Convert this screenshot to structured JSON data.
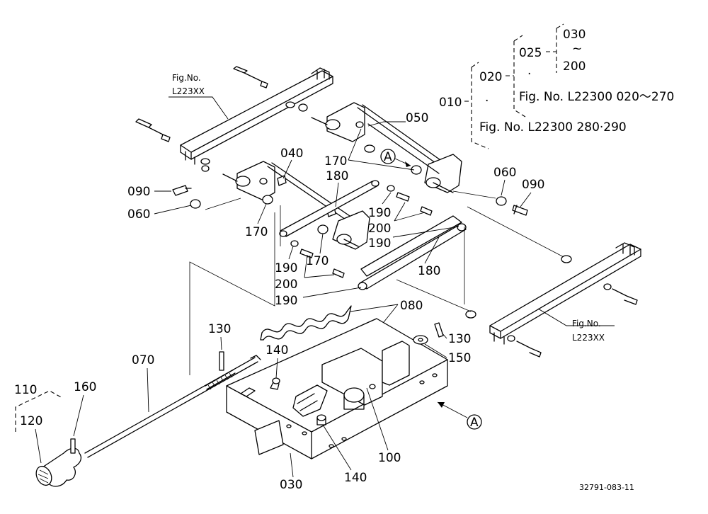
{
  "callouts": {
    "p010": "010",
    "p020": "020",
    "p025": "025",
    "p030a": "030",
    "p030b": "030",
    "tilde": "~",
    "p200a": "200",
    "dot1": "·",
    "dot2": "·",
    "p040": "040",
    "p050": "050",
    "p060a": "060",
    "p060b": "060",
    "p070": "070",
    "p080": "080",
    "p090a": "090",
    "p090b": "090",
    "p100": "100",
    "p110": "110",
    "p120": "120",
    "p130a": "130",
    "p130b": "130",
    "p140a": "140",
    "p140b": "140",
    "p150": "150",
    "p160": "160",
    "p170a": "170",
    "p170b": "170",
    "p170c": "170",
    "p180a": "180",
    "p180b": "180",
    "p190a": "190",
    "p190b": "190",
    "p190c": "190",
    "p190d": "190",
    "p200b": "200",
    "p200c": "200"
  },
  "fig_notes": {
    "ref1": "Fig. No. L22300  020～270",
    "ref2": "Fig. No. L22300  280·290",
    "figno_left_1": "Fig.No.",
    "figno_left_2": "L223XX",
    "figno_right_1": "Fig.No.",
    "figno_right_2": "L223XX"
  },
  "view_markers": {
    "a_top": "A",
    "a_bottom": "A"
  },
  "drawing_code": "32791-083-11"
}
